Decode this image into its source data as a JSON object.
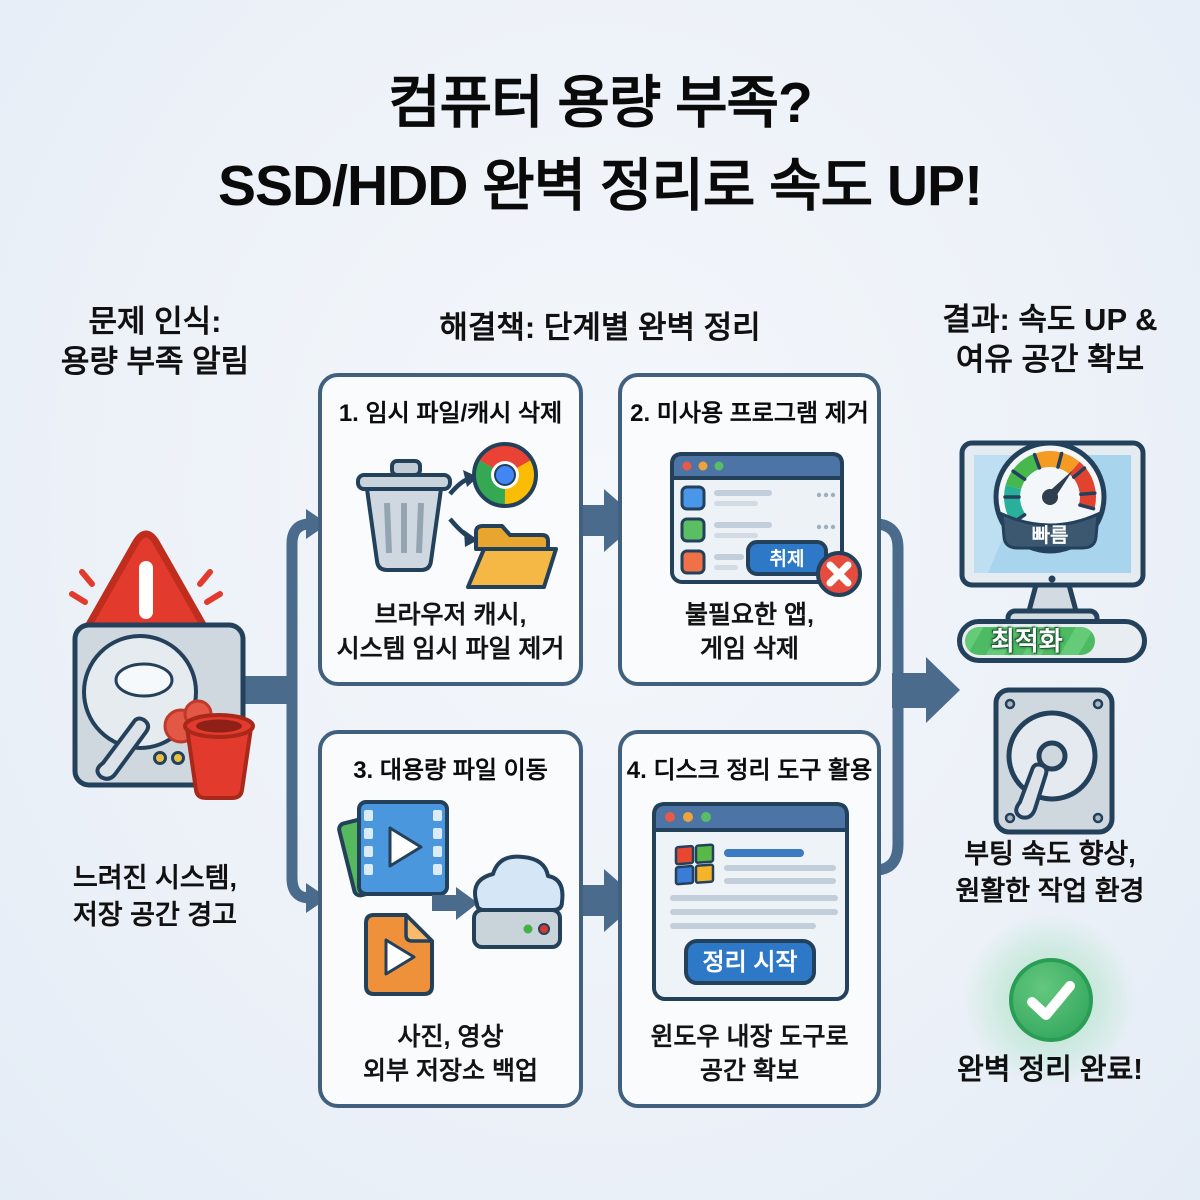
{
  "title": {
    "line1": "컴퓨터 용량 부족?",
    "line2": "SSD/HDD 완벽 정리로 속도 UP!"
  },
  "sections": {
    "problem": {
      "header1": "문제 인식:",
      "header2": "용량 부족 알림",
      "caption1": "느려진 시스템,",
      "caption2": "저장 공간 경고"
    },
    "solution": {
      "header": "해결책: 단계별 완벽 정리"
    },
    "result": {
      "header1": "결과: 속도 UP &",
      "header2": "여유 공간 확보",
      "gauge_label": "빠름",
      "progress_label": "최적화",
      "hdd_caption1": "부팅 속도 향상,",
      "hdd_caption2": "원활한 작업 환경",
      "final_caption": "완벽 정리 완료!"
    }
  },
  "steps": [
    {
      "title": "1. 임시 파일/캐시 삭제",
      "caption1": "브라우저 캐시,",
      "caption2": "시스템 임시 파일 제거"
    },
    {
      "title": "2. 미사용 프로그램 제거",
      "caption1": "불필요한 앱,",
      "caption2": "게임 삭제",
      "button_label": "취제"
    },
    {
      "title": "3. 대용량 파일 이동",
      "caption1": "사진, 영상",
      "caption2": "외부 저장소 백업"
    },
    {
      "title": "4. 디스크 정리 도구 활용",
      "caption1": "윈도우 내장 도구로",
      "caption2": "공간 확보",
      "button_label": "정리 시작"
    }
  ],
  "colors": {
    "background": "#ecf1f8",
    "connector_slate": "#4a6b8c",
    "box_border": "#41607e",
    "titlebar_blue": "#4c74a4",
    "button_blue": "#2e78c8",
    "warning_red": "#e23a2c",
    "success_green": "#3fae5c"
  }
}
